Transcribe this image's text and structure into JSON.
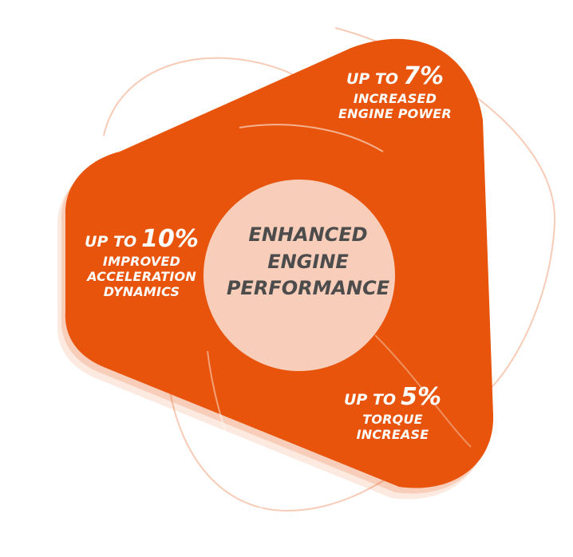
{
  "colors": {
    "accent": "#e8540c",
    "ghost": "#f2a07a",
    "center_text": "#4c4c4c",
    "callout_text": "#ffffff"
  },
  "center": {
    "line1": "ENHANCED",
    "line2": "ENGINE",
    "line3": "PERFORMANCE"
  },
  "callouts": {
    "power": {
      "prefix": "UP TO",
      "value": "7%",
      "line1": "INCREASED",
      "line2": "ENGINE POWER"
    },
    "accel": {
      "prefix": "UP TO",
      "value": "10%",
      "line1": "IMPROVED",
      "line2": "ACCELERATION",
      "line3": "DYNAMICS"
    },
    "torque": {
      "prefix": "UP TO",
      "value": "5%",
      "line1": "TORQUE",
      "line2": "INCREASE"
    }
  }
}
